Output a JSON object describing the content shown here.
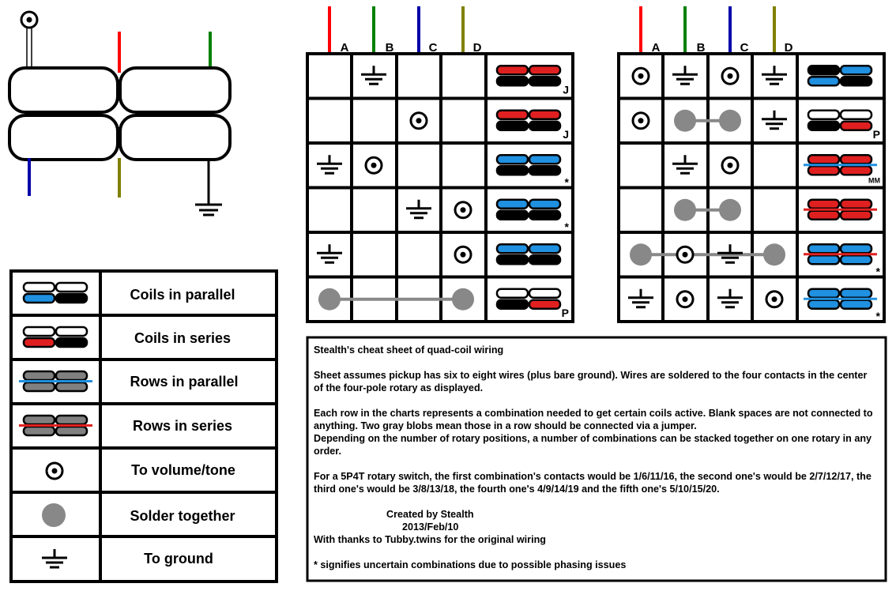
{
  "colors": {
    "red": "#ff0000",
    "green": "#008000",
    "blue": "#0000aa",
    "olive": "#808000",
    "coil_red": "#e02020",
    "coil_blue": "#2090e0",
    "coil_gray": "#808080",
    "blob": "#888888"
  },
  "legend": {
    "items": [
      {
        "label": "Coils in parallel",
        "icon": "coils-parallel-icon"
      },
      {
        "label": "Coils in series",
        "icon": "coils-series-icon"
      },
      {
        "label": "Rows in parallel",
        "icon": "rows-parallel-icon"
      },
      {
        "label": "Rows in series",
        "icon": "rows-series-icon"
      },
      {
        "label": "To volume/tone",
        "icon": "volume-tone-icon"
      },
      {
        "label": "Solder together",
        "icon": "solder-blob-icon"
      },
      {
        "label": "To ground",
        "icon": "ground-icon"
      }
    ]
  },
  "columns": [
    "A",
    "B",
    "C",
    "D"
  ],
  "chart1": {
    "rows": [
      {
        "cells": [
          "",
          "ground",
          "",
          ""
        ],
        "coil": "rp",
        "mark": "J"
      },
      {
        "cells": [
          "",
          "",
          "vol",
          ""
        ],
        "coil": "rp",
        "mark": "J"
      },
      {
        "cells": [
          "ground",
          "vol",
          "",
          ""
        ],
        "coil": "bp",
        "mark": "*"
      },
      {
        "cells": [
          "",
          "",
          "ground",
          "vol"
        ],
        "coil": "bp",
        "mark": "*"
      },
      {
        "cells": [
          "ground",
          "",
          "",
          "vol"
        ],
        "coil": "bp",
        "mark": ""
      },
      {
        "cells": [
          "blob",
          "",
          "",
          "blob"
        ],
        "coil": "rs",
        "mark": "P"
      }
    ]
  },
  "chart2": {
    "rows": [
      {
        "cells": [
          "vol",
          "ground",
          "vol",
          "ground"
        ],
        "coil": "bb",
        "mark": ""
      },
      {
        "cells": [
          "vol",
          "blob",
          "blob",
          "ground"
        ],
        "coil": "rs",
        "mark": "P"
      },
      {
        "cells": [
          "",
          "ground",
          "vol",
          ""
        ],
        "coil": "rrb",
        "mark": "MM"
      },
      {
        "cells": [
          "",
          "blob",
          "blob",
          ""
        ],
        "coil": "rrr",
        "mark": ""
      },
      {
        "cells": [
          "blob",
          "vol",
          "ground",
          "blob"
        ],
        "coil": "bbr",
        "mark": "*"
      },
      {
        "cells": [
          "ground",
          "vol",
          "ground",
          "vol"
        ],
        "coil": "bbb",
        "mark": "*"
      }
    ]
  },
  "notes": {
    "title": "Stealth's cheat sheet of quad-coil wiring",
    "p1": "Sheet assumes pickup has six to eight wires (plus bare ground). Wires are soldered to the four contacts in the center of the four-pole rotary as displayed.",
    "p2a": "Each row in the charts represents a combination needed to get certain coils active. Blank spaces are not connected to anything. Two gray blobs mean those in a row should be connected via a jumper.",
    "p2b": "Depending on the number of rotary positions, a number of combinations can be stacked together on one rotary in any order.",
    "p3": "For a 5P4T rotary switch, the first combination's contacts would be 1/6/11/16, the second one's would be 2/7/12/17, the third one's would be 3/8/13/18, the fourth one's 4/9/14/19 and the fifth one's 5/10/15/20.",
    "credit": "Created by Stealth",
    "date": "2013/Feb/10",
    "thanks": "With thanks to Tubby.twins for the original wiring",
    "footnote": "* signifies uncertain combinations due to possible phasing issues"
  }
}
